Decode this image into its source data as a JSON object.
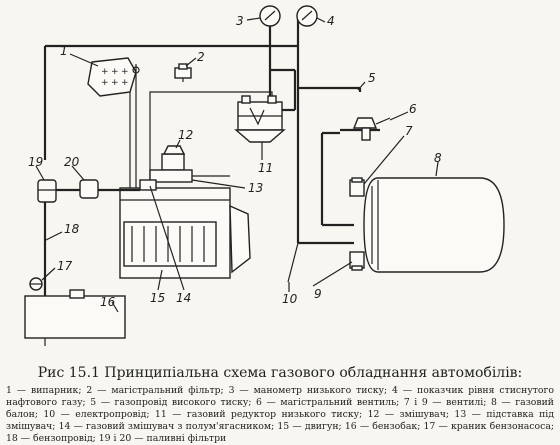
{
  "figure": {
    "title": "Рис 15.1 Принципіальна схема газового обладнання автомобілів:",
    "legend": "1 — випарник; 2 — магістральний фільтр; 3 — манометр низького тиску; 4 — показчик рівня стиснутого нафтового газу; 5 — газопровід високого тиску; 6 — магістральний вентиль; 7 і 9 — вентилі; 8 — газовий балон; 10 — електропровід; 11 — газовий редуктор низького тиску; 12 — змішувач; 13 — підставка під змішувач; 14 — газовий змішувач з полум'ягасником; 15 — двигун; 16 — бензобак; 17 — краник бензонасоса; 18 — бензопровід; 19 і 20 — паливні фільтри"
  },
  "callouts": {
    "n1": "1",
    "n2": "2",
    "n3": "3",
    "n4": "4",
    "n5": "5",
    "n6": "6",
    "n7": "7",
    "n8": "8",
    "n9": "9",
    "n10": "10",
    "n11": "11",
    "n12": "12",
    "n13": "13",
    "n14": "14",
    "n15": "15",
    "n16": "16",
    "n17": "17",
    "n18": "18",
    "n19": "19",
    "n20": "20"
  },
  "evaporator_symbol": "+"
}
